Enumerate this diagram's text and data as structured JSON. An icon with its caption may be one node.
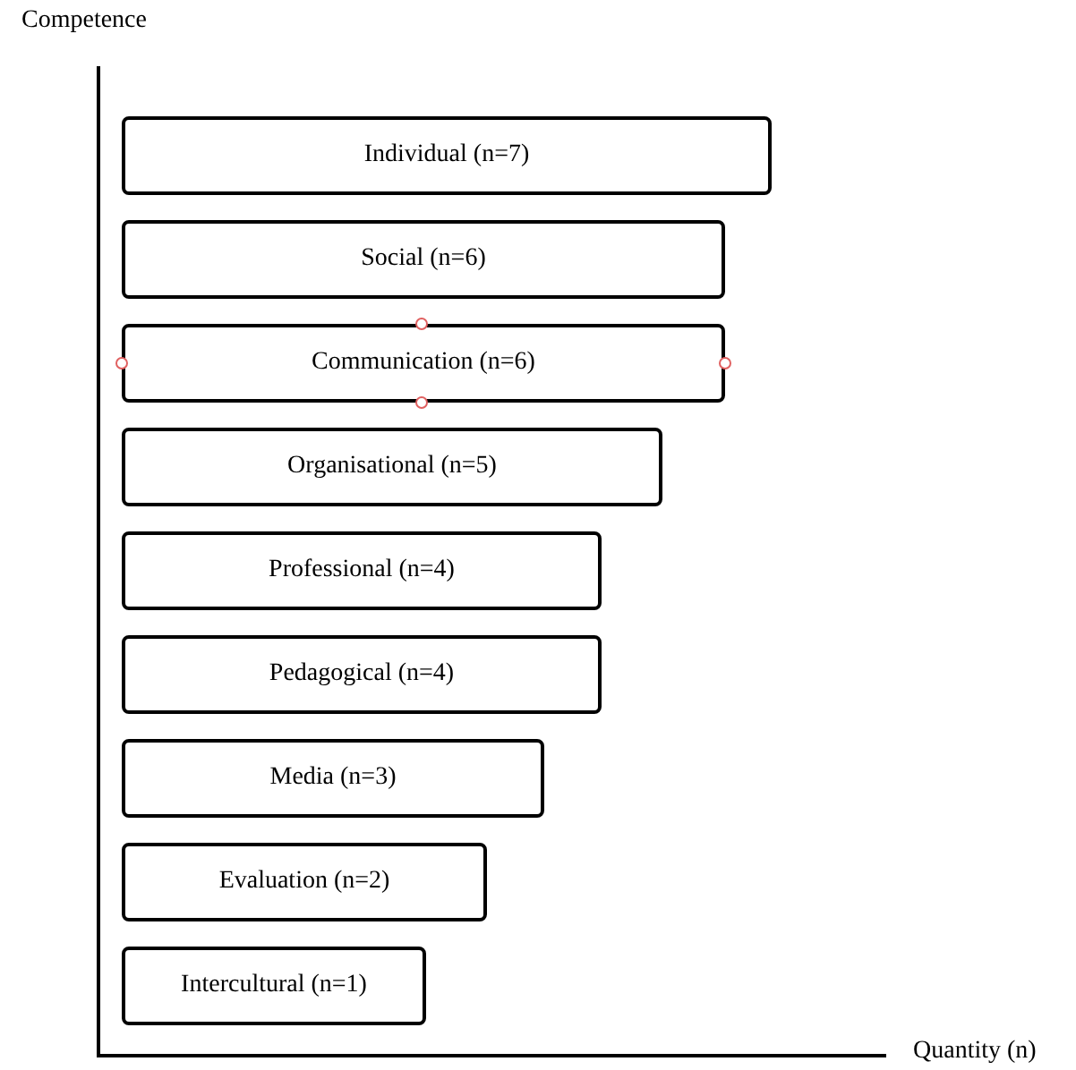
{
  "diagram": {
    "nodes": [
      {
        "text": [
          "Individual (n=7)"
        ]
      },
      {
        "text": [
          "Social (n=6)"
        ]
      },
      {
        "text": [
          "Communication (n=6)"
        ]
      },
      {
        "text": [
          "Organisational (n=5)"
        ]
      },
      {
        "text": [
          "Professional (n=4)"
        ]
      },
      {
        "text": [
          "Pedagogical (n=4)"
        ]
      },
      {
        "text": [
          "Media (n=3)"
        ]
      },
      {
        "text": [
          "Evaluation (n=2)"
        ]
      },
      {
        "text": [
          "Intercultural (n=1)"
        ]
      }
    ],
    "edges": [],
    "labels": [
      "Competence",
      "Quantity (n)"
    ]
  }
}
